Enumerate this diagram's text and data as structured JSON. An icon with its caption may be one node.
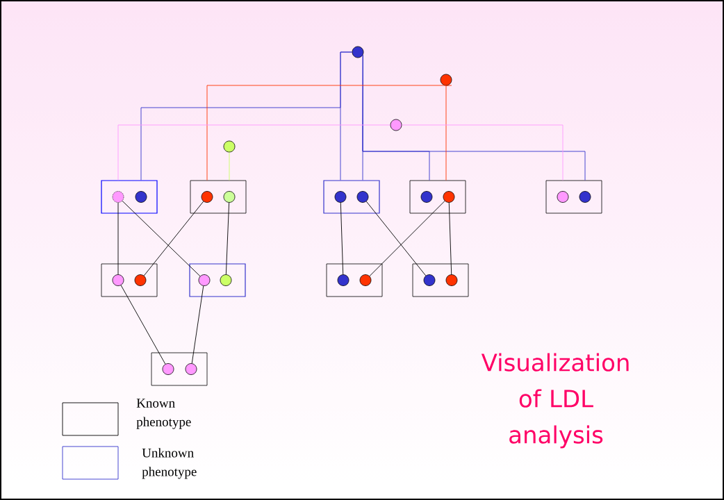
{
  "diagram": {
    "title": "Visualization of LDL analysis",
    "nodes": [
      {
        "text": [],
        "shape": "circle"
      },
      {
        "text": [],
        "shape": "circle"
      },
      {
        "text": [],
        "shape": "circle"
      },
      {
        "text": [],
        "shape": "circle"
      },
      {
        "text": [],
        "shape": "box"
      },
      {
        "text": [],
        "shape": "circle",
        "in": 4
      },
      {
        "text": [],
        "shape": "circle",
        "in": 4
      },
      {
        "text": [],
        "shape": "box"
      },
      {
        "text": [],
        "shape": "circle",
        "in": 7
      },
      {
        "text": [],
        "shape": "circle",
        "in": 7
      },
      {
        "text": [],
        "shape": "box"
      },
      {
        "text": [],
        "shape": "circle",
        "in": 10
      },
      {
        "text": [],
        "shape": "circle",
        "in": 10
      },
      {
        "text": [],
        "shape": "box"
      },
      {
        "text": [],
        "shape": "circle",
        "in": 13
      },
      {
        "text": [],
        "shape": "circle",
        "in": 13
      },
      {
        "text": [],
        "shape": "box"
      },
      {
        "text": [],
        "shape": "circle",
        "in": 16
      },
      {
        "text": [],
        "shape": "circle",
        "in": 16
      },
      {
        "text": [],
        "shape": "box"
      },
      {
        "text": [],
        "shape": "circle",
        "in": 19
      },
      {
        "text": [],
        "shape": "circle",
        "in": 19
      },
      {
        "text": [],
        "shape": "box"
      },
      {
        "text": [],
        "shape": "circle",
        "in": 22
      },
      {
        "text": [],
        "shape": "circle",
        "in": 22
      },
      {
        "text": [],
        "shape": "box"
      },
      {
        "text": [],
        "shape": "circle",
        "in": 25
      },
      {
        "text": [],
        "shape": "circle",
        "in": 25
      },
      {
        "text": [],
        "shape": "box"
      },
      {
        "text": [],
        "shape": "circle",
        "in": 28
      },
      {
        "text": [],
        "shape": "circle",
        "in": 28
      },
      {
        "text": [],
        "shape": "box"
      },
      {
        "text": [],
        "shape": "circle",
        "in": 31
      },
      {
        "text": [],
        "shape": "circle",
        "in": 31
      }
    ],
    "edges": [
      {
        "from": 0,
        "to": 4,
        "arrow": "none",
        "color": "#3333cc"
      },
      {
        "from": 0,
        "to": 10,
        "arrow": "none",
        "color": "#3333cc"
      },
      {
        "from": 0,
        "to": 10,
        "arrow": "none",
        "color": "#3333cc"
      },
      {
        "from": 0,
        "to": 13,
        "arrow": "none",
        "color": "#3333cc"
      },
      {
        "from": 0,
        "to": 16,
        "arrow": "none",
        "color": "#3333cc"
      },
      {
        "from": 1,
        "to": 7,
        "arrow": "none",
        "color": "#ff3300"
      },
      {
        "from": 1,
        "to": 13,
        "arrow": "none",
        "color": "#ff3300"
      },
      {
        "from": 2,
        "to": 4,
        "arrow": "none",
        "color": "#ff99ff"
      },
      {
        "from": 2,
        "to": 16,
        "arrow": "none",
        "color": "#ff99ff"
      },
      {
        "from": 3,
        "to": 7,
        "arrow": "none",
        "color": "#ccff66"
      },
      {
        "from": 5,
        "to": 20,
        "arrow": "none"
      },
      {
        "from": 5,
        "to": 23,
        "arrow": "none"
      },
      {
        "from": 8,
        "to": 21,
        "arrow": "none"
      },
      {
        "from": 9,
        "to": 24,
        "arrow": "none"
      },
      {
        "from": 20,
        "to": 32,
        "arrow": "none"
      },
      {
        "from": 23,
        "to": 33,
        "arrow": "none"
      },
      {
        "from": 11,
        "to": 26,
        "arrow": "none"
      },
      {
        "from": 12,
        "to": 29,
        "arrow": "none"
      },
      {
        "from": 15,
        "to": 27,
        "arrow": "none"
      },
      {
        "from": 15,
        "to": 30,
        "arrow": "none"
      }
    ],
    "legend": [
      {
        "text": "Known phenotype"
      },
      {
        "text": "Unknown phenotype"
      }
    ]
  }
}
